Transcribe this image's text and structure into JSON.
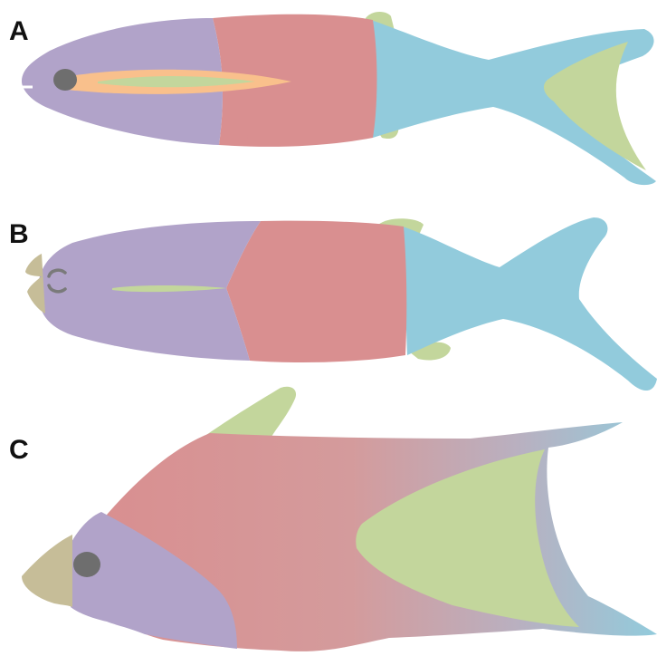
{
  "panels": [
    {
      "label": "A"
    },
    {
      "label": "B"
    },
    {
      "label": "C"
    }
  ],
  "colors": {
    "head_region": "#b1a3c9",
    "trunk_region": "#d98f90",
    "tail_region": "#92cbdc",
    "fins": "#c3d69c",
    "snout": "#c6bd98",
    "line_orange": "#f9c08c",
    "eye": "#6e6e6e"
  }
}
